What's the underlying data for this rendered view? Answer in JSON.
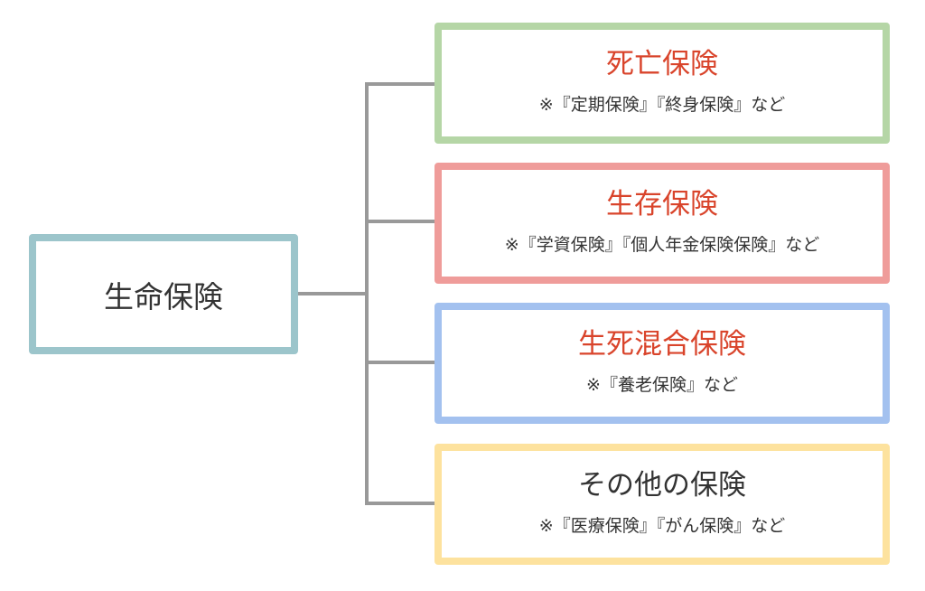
{
  "root": {
    "label": "生命保険",
    "color": "#9cc5cb"
  },
  "branches": [
    {
      "title": "死亡保険",
      "note": "※『定期保険』『終身保険』など",
      "border_color": "#b5d6a6",
      "title_color": "#d9442b"
    },
    {
      "title": "生存保険",
      "note": "※『学資保険』『個人年金保険保険』など",
      "border_color": "#ef9c9a",
      "title_color": "#d9442b"
    },
    {
      "title": "生死混合保険",
      "note": "※『養老保険』など",
      "border_color": "#a3c1ef",
      "title_color": "#d9442b"
    },
    {
      "title": "その他の保険",
      "note": "※『医療保険』『がん保険』など",
      "border_color": "#fde29e",
      "title_color": "#333333"
    }
  ],
  "connector_color": "#999999"
}
